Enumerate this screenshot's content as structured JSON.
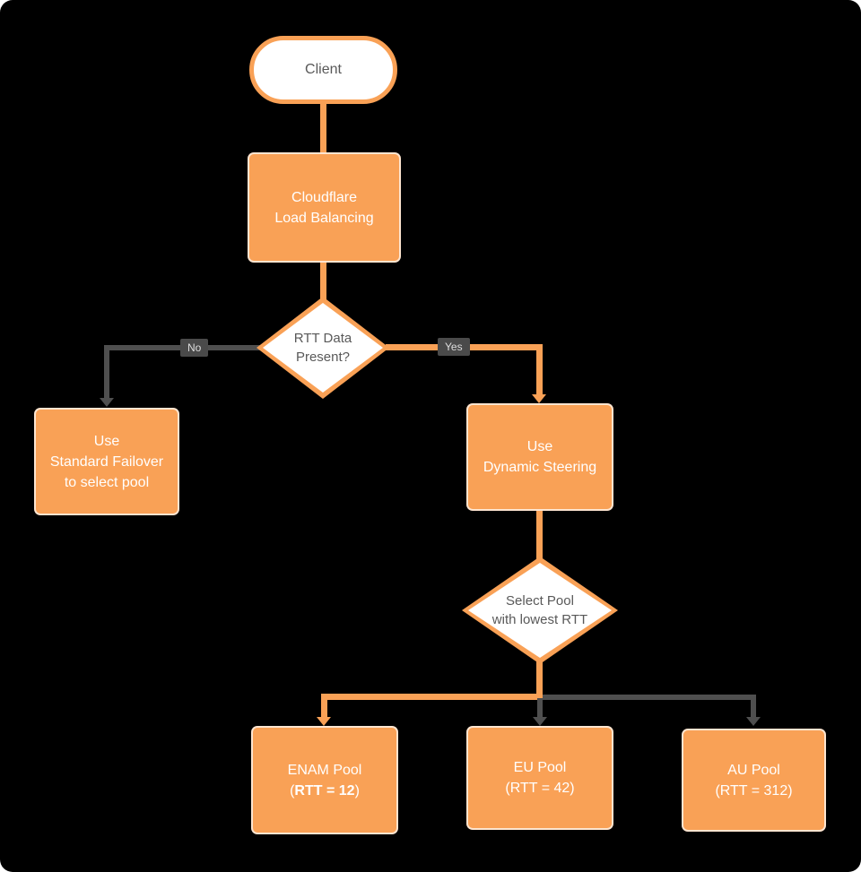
{
  "colors": {
    "node_fill_orange": "#F9A156",
    "connector_gray": "#4F4F4F",
    "shape_text_gray": "#595959",
    "node_text_white": "#FFFFFF",
    "background": "#000000"
  },
  "nodes": {
    "client": {
      "label": "Client"
    },
    "load_balancing": {
      "lines": [
        "Cloudflare",
        "Load Balancing"
      ]
    },
    "rtt_decision": {
      "lines": [
        "RTT Data",
        "Present?"
      ]
    },
    "standard_failover": {
      "lines": [
        "Use",
        "Standard Failover",
        "to select pool"
      ]
    },
    "dynamic_steering": {
      "lines": [
        "Use",
        "Dynamic Steering"
      ]
    },
    "select_pool": {
      "lines": [
        "Select Pool",
        "with lowest RTT"
      ]
    },
    "enam_pool": {
      "title": "ENAM Pool",
      "rtt_prefix": "(",
      "rtt_value_bold": "RTT = 12",
      "rtt_suffix": ")"
    },
    "eu_pool": {
      "lines": [
        "EU Pool",
        "(RTT = 42)"
      ]
    },
    "au_pool": {
      "lines": [
        "AU Pool",
        "(RTT = 312)"
      ]
    }
  },
  "edge_labels": {
    "no": "No",
    "yes": "Yes"
  }
}
